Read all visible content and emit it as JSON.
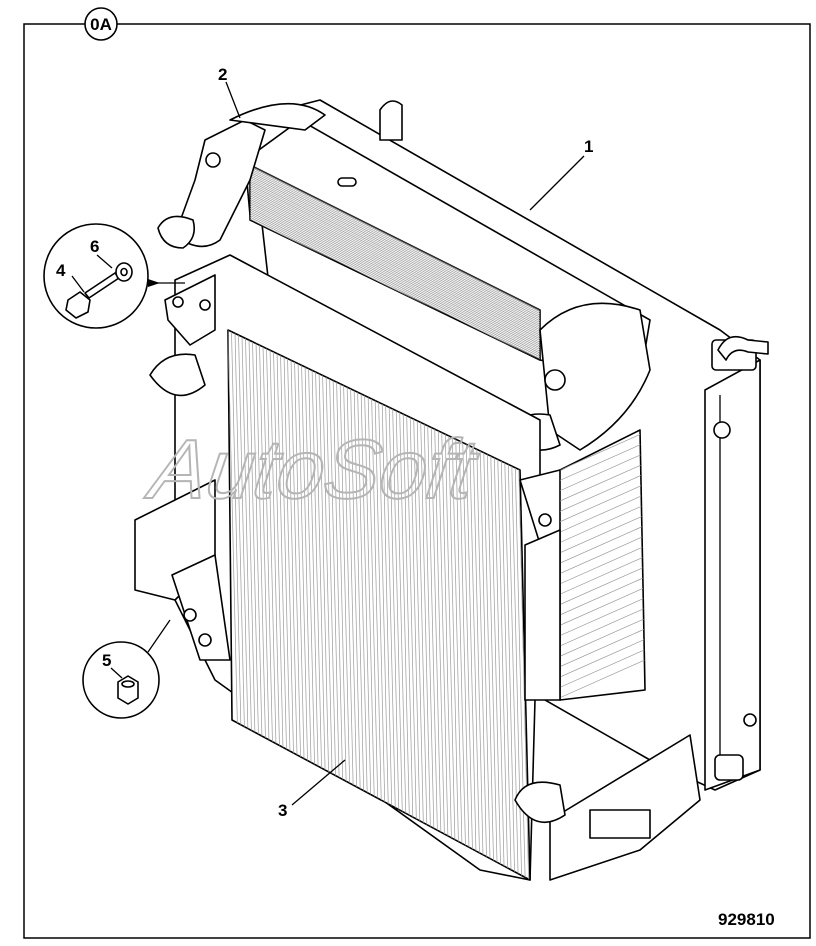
{
  "view_label": "0A",
  "figure_number": "929810",
  "watermark": "AutoSoft",
  "callouts": [
    {
      "id": "c1",
      "label": "1"
    },
    {
      "id": "c2",
      "label": "2"
    },
    {
      "id": "c3",
      "label": "3"
    },
    {
      "id": "c4",
      "label": "4"
    },
    {
      "id": "c5",
      "label": "5"
    },
    {
      "id": "c6",
      "label": "6"
    }
  ]
}
